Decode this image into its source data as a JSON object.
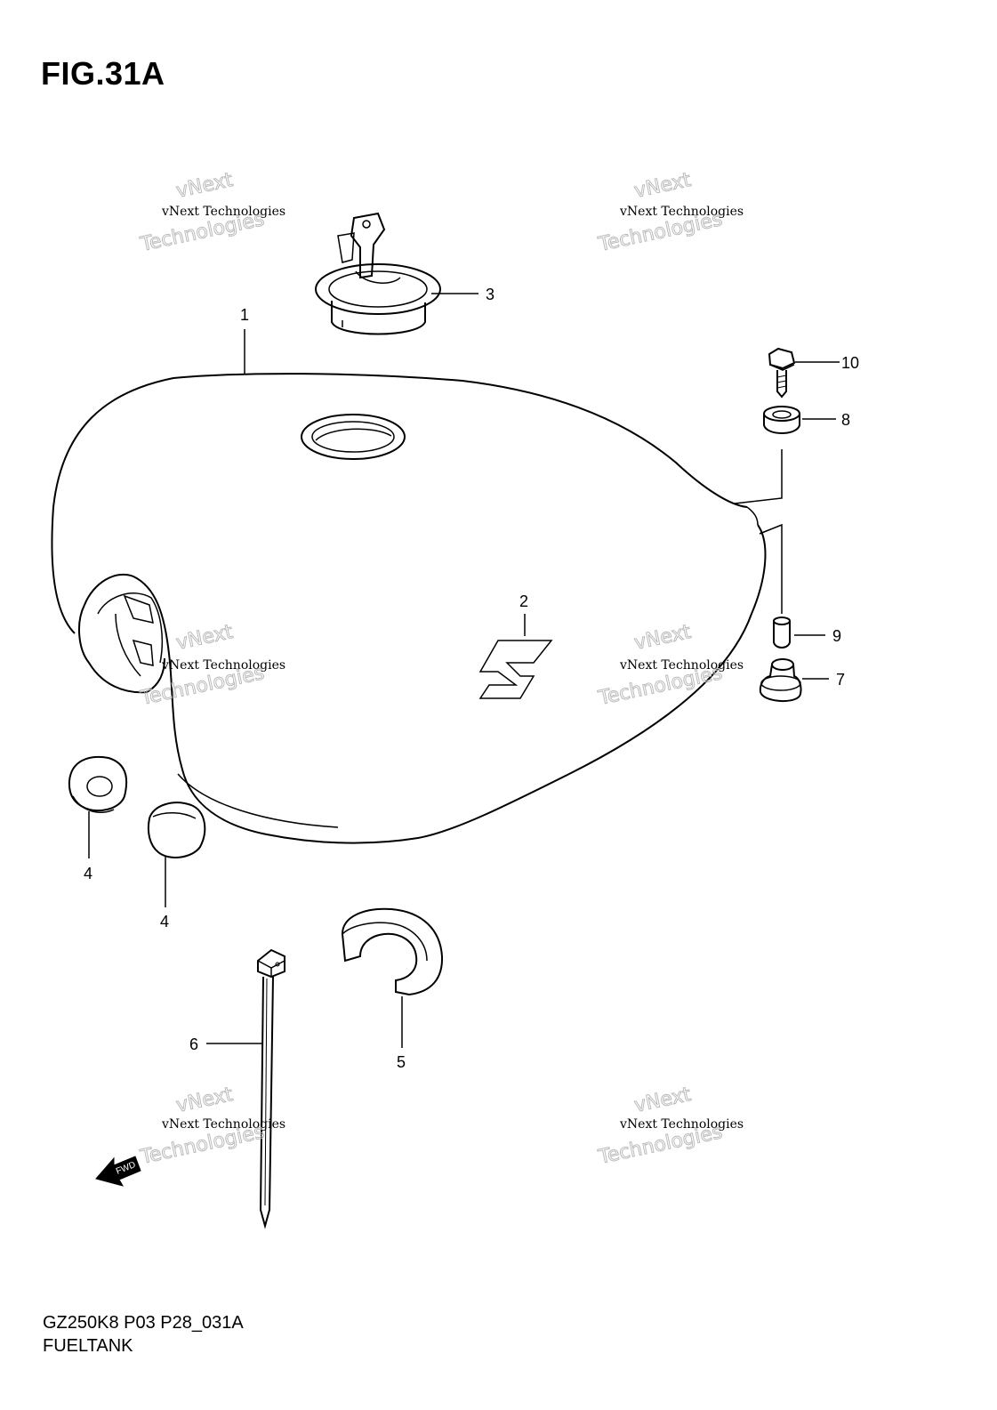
{
  "figure": {
    "title": "FIG.31A",
    "code": "GZ250K8 P03 P28_031A",
    "name": "FUELTANK"
  },
  "callouts": {
    "c1": "1",
    "c2": "2",
    "c3": "3",
    "c4a": "4",
    "c4b": "4",
    "c5": "5",
    "c6": "6",
    "c7": "7",
    "c8": "8",
    "c9": "9",
    "c10": "10"
  },
  "watermark": {
    "line1": "vNext",
    "line2": "vNext Technologies",
    "line3": "Technologies"
  },
  "fwd_arrow": {
    "label": "FWD"
  }
}
